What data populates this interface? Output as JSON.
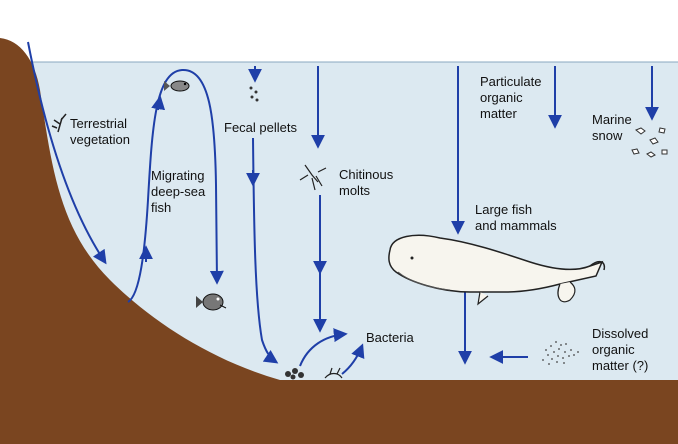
{
  "labels": {
    "terrestrial": "Terrestrial\nvegetation",
    "migrating": "Migrating\ndeep-sea\nfish",
    "fecal": "Fecal pellets",
    "chitinous": "Chitinous\nmolts",
    "particulate": "Particulate\norganic\nmatter",
    "marine_snow": "Marine\nsnow",
    "large_fish": "Large fish\nand mammals",
    "bacteria": "Bacteria",
    "dissolved": "Dissolved\norganic\nmatter (?)"
  },
  "colors": {
    "water": "#dce9f1",
    "sea_floor": "#7a4520",
    "arrow": "#1f3fa8",
    "whale": "#f7f5ee"
  }
}
